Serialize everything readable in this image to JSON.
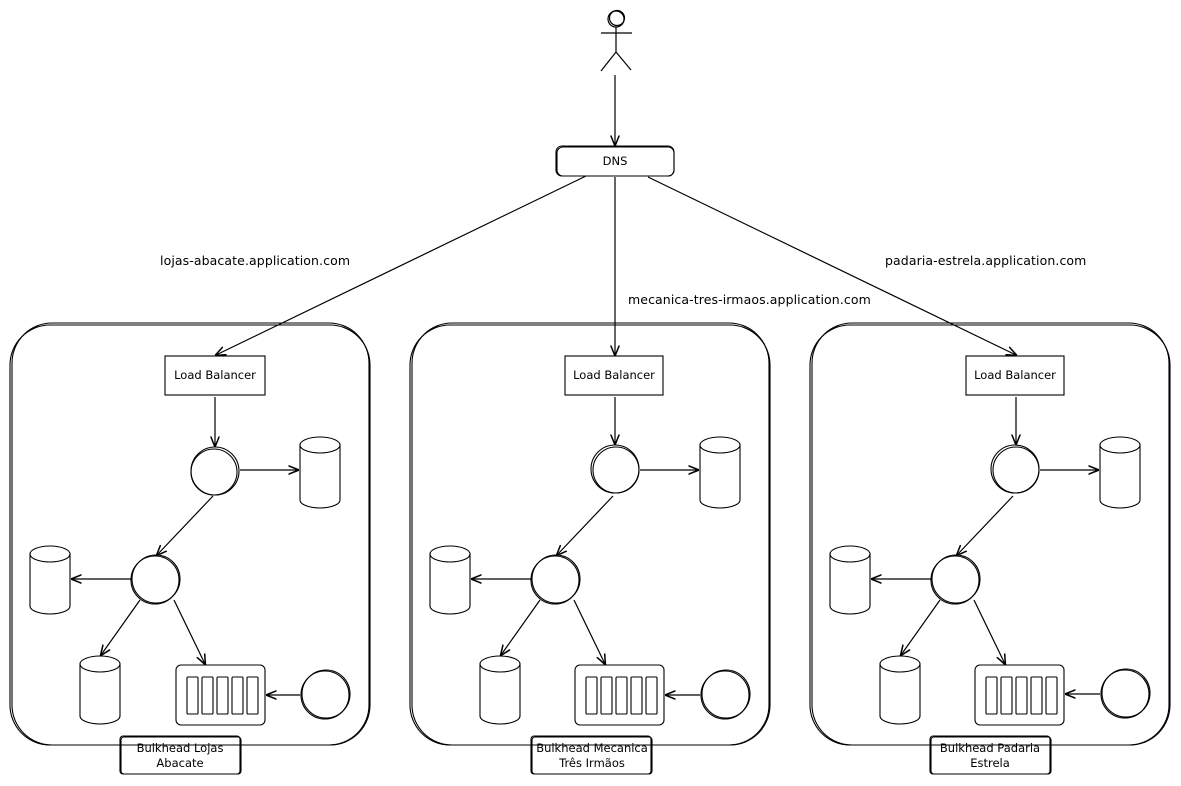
{
  "dns": {
    "label": "DNS"
  },
  "routes": {
    "left": "lojas-abacate.application.com",
    "middle": "mecanica-tres-irmaos.application.com",
    "right": "padaria-estrela.application.com"
  },
  "bulkheads": [
    {
      "load_balancer": "Load Balancer",
      "name": "Bulkhead Lojas Abacate"
    },
    {
      "load_balancer": "Load Balancer",
      "name": "Bulkhead Mecanica Três Irmãos"
    },
    {
      "load_balancer": "Load Balancer",
      "name": "Bulkhead Padaria Estrela"
    }
  ]
}
